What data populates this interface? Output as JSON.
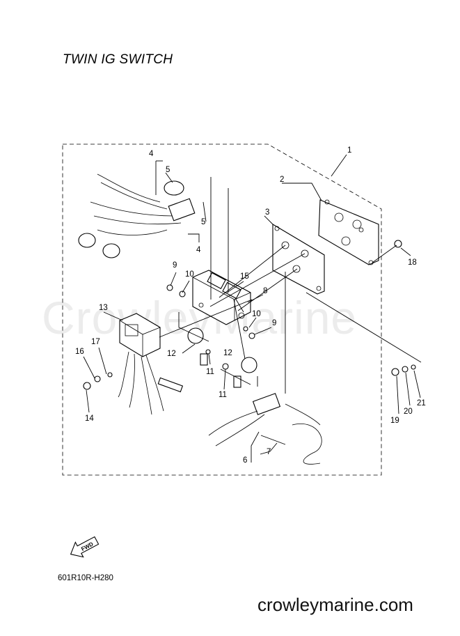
{
  "title": "TWIN IG SWITCH",
  "watermark": "CrowleyMarine",
  "diagram_code": "601R10R-H280",
  "website": "crowleymarine.com",
  "fwd_badge": "FWD",
  "callouts": {
    "c1": "1",
    "c2": "2",
    "c3": "3",
    "c4a": "4",
    "c4b": "4",
    "c5a": "5",
    "c5b": "5",
    "c6": "6",
    "c7": "7",
    "c8": "8",
    "c9a": "9",
    "c9b": "9",
    "c10a": "10",
    "c10b": "10",
    "c11a": "11",
    "c11b": "11",
    "c12a": "12",
    "c12b": "12",
    "c13": "13",
    "c14": "14",
    "c15": "15",
    "c16": "16",
    "c17": "17",
    "c18": "18",
    "c19": "19",
    "c20": "20",
    "c21": "21"
  }
}
